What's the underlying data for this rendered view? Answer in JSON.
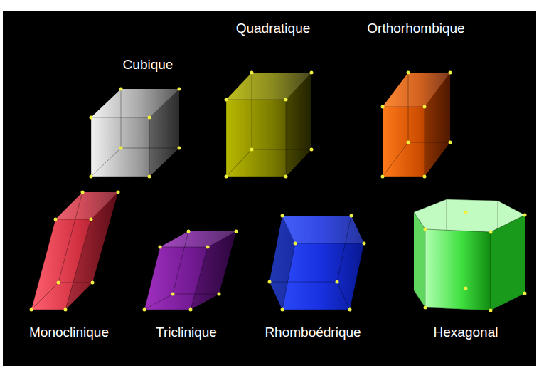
{
  "diagram": {
    "labels": [
      "Cubique",
      "Quadratique",
      "Orthorhombique",
      "Monoclinique",
      "Triclinique",
      "Rhomboédrique",
      "Hexagonal"
    ]
  }
}
